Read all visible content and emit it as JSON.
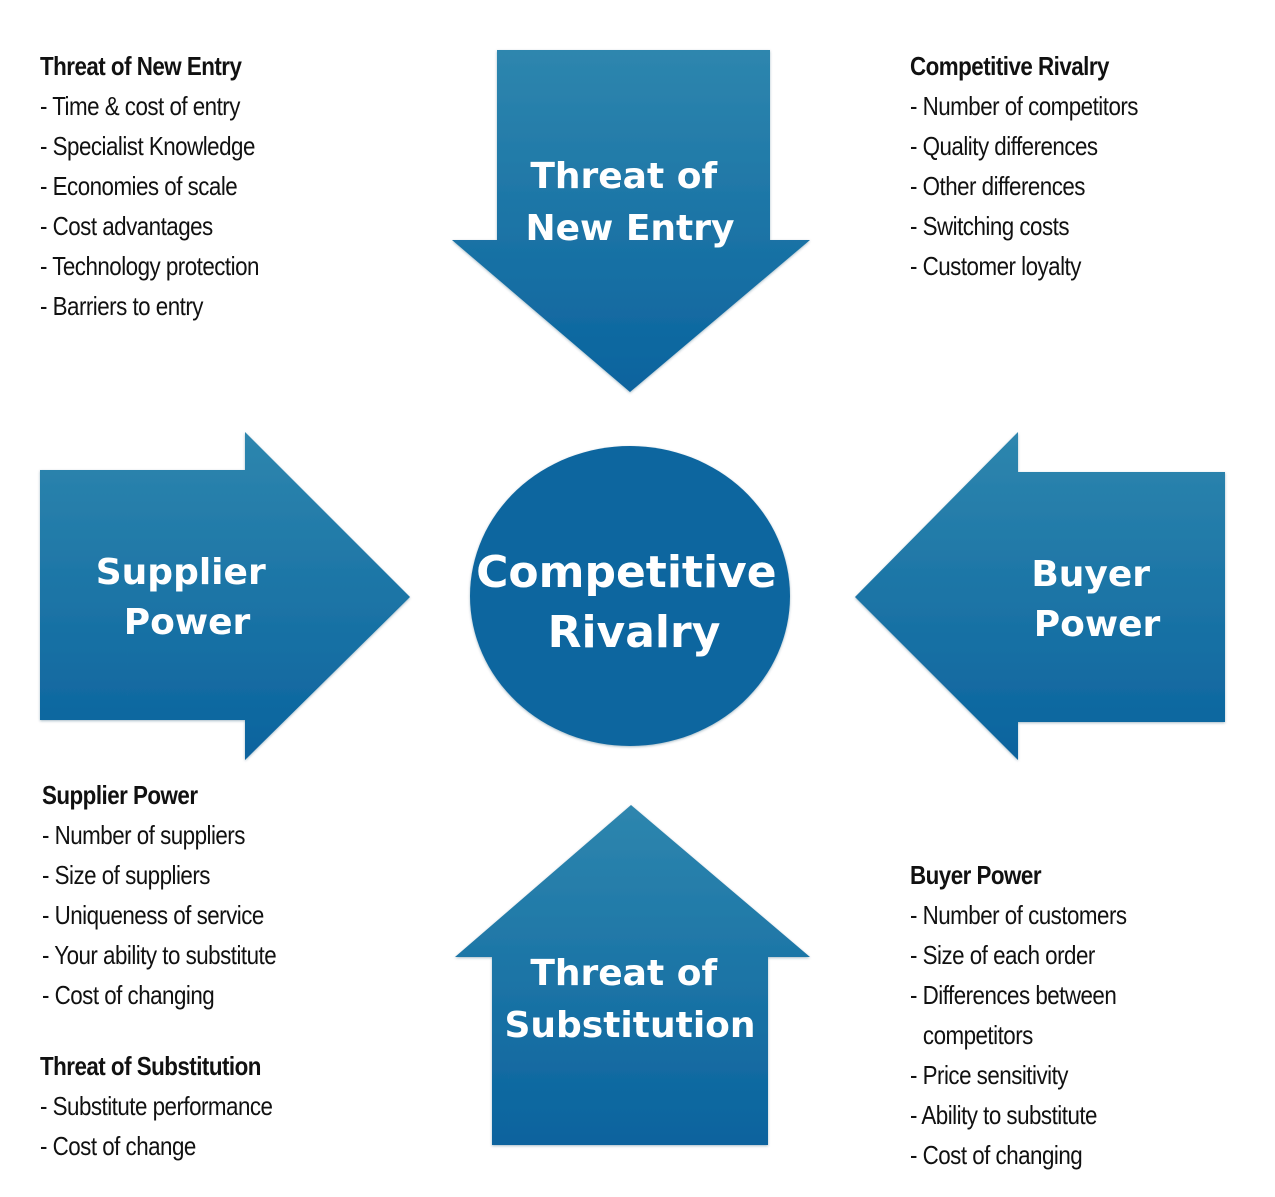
{
  "diagram": {
    "title": "Porter's Five Forces",
    "colors": {
      "shape_top": "#2e86ae",
      "shape_bottom": "#0a639e",
      "circle": "#0e669f",
      "label": "#ffffff",
      "text": "#111111",
      "background": "#ffffff"
    },
    "center": {
      "label_lines": [
        "Competitive",
        "Rivalry"
      ]
    },
    "arrows": {
      "top": {
        "label_lines": [
          "Threat of",
          "New Entry"
        ],
        "direction": "down"
      },
      "left": {
        "label_lines": [
          "Supplier",
          "Power"
        ],
        "direction": "right"
      },
      "right": {
        "label_lines": [
          "Buyer",
          "Power"
        ],
        "direction": "left"
      },
      "bottom": {
        "label_lines": [
          "Threat of",
          "Substitution"
        ],
        "direction": "up"
      }
    }
  },
  "panels": {
    "new_entry": {
      "heading": "Threat of New Entry",
      "items": [
        "- Time & cost of entry",
        "- Specialist Knowledge",
        "- Economies of scale",
        "- Cost advantages",
        "- Technology protection",
        "- Barriers to entry"
      ]
    },
    "rivalry": {
      "heading": "Competitive Rivalry",
      "items": [
        "- Number of competitors",
        "- Quality differences",
        "- Other differences",
        "- Switching costs",
        "- Customer loyalty"
      ]
    },
    "supplier": {
      "heading": "Supplier Power",
      "items": [
        "- Number of suppliers",
        "- Size of suppliers",
        "- Uniqueness of service",
        "- Your ability to substitute",
        "- Cost of changing"
      ]
    },
    "substitution": {
      "heading": "Threat of Substitution",
      "items": [
        "- Substitute performance",
        "- Cost of change"
      ]
    },
    "buyer": {
      "heading": "Buyer Power",
      "items": [
        "- Number of customers",
        "- Size of each order",
        "- Differences between",
        "competitors",
        "- Price sensitivity",
        "- Ability to substitute",
        "- Cost of changing"
      ]
    }
  }
}
